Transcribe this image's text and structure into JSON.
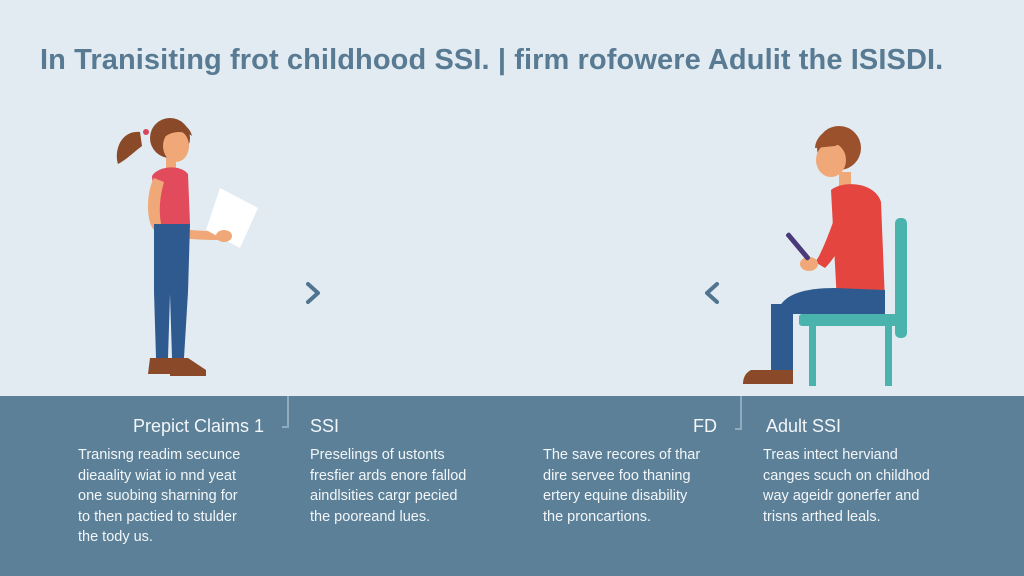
{
  "headline": "In Tranisiting frot childhood SSI. | firm rofowere Adulit the ISISDI.",
  "illustrations": {
    "left": "girl-reading-paper",
    "right": "man-seated-using-phone"
  },
  "navigation": {
    "next_icon": "chevron-right-icon",
    "prev_icon": "chevron-left-icon"
  },
  "columns": [
    {
      "title": "Prepict Claims 1",
      "body": "Tranisng readim secunce\ndieaality wiat io nnd yeat\none suobing sharning for\nto then pactied to stulder\nthe tody us."
    },
    {
      "title": "SSI",
      "body": "Preselings of ustonts\nfresfier ards enore fallod\naindlsities cargr pecied\nthe pooreand lues."
    },
    {
      "title": "FD",
      "body": "The save recores of thar\ndire servee foo thaning\nertery equine disability\nthe proncartions."
    },
    {
      "title": "Adult SSI",
      "body": "Treas intect herviand\ncanges scuch on childhod\nway ageidr gonerfer and\ntrisns arthed leals."
    }
  ],
  "colors": {
    "background_top": "#e2ebf1",
    "background_bottom": "#5c8098",
    "headline": "#587b93",
    "chevron": "#4f7590",
    "girl_shirt": "#e24b5c",
    "man_shirt": "#e4463f",
    "pants": "#2f5a8f",
    "chair": "#4bb3ad",
    "hair": "#8a4a2a"
  }
}
